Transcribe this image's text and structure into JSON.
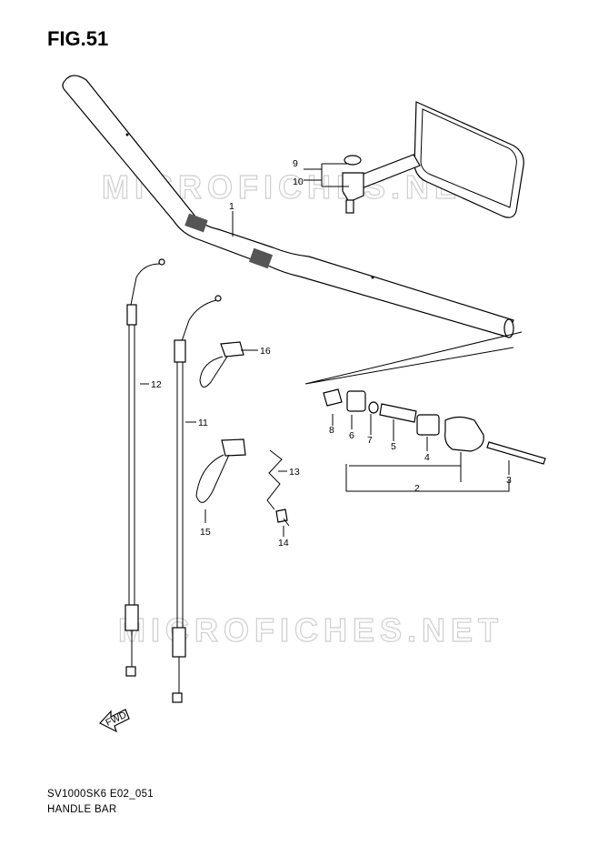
{
  "figure": {
    "title": "FIG.51"
  },
  "watermark": "MICROFICHES.NET",
  "footer": {
    "code": "SV1000SK6 E02_051",
    "name": "HANDLE BAR"
  },
  "fwd_label": "FWD",
  "callouts": {
    "c1": "1",
    "c2": "2",
    "c3": "3",
    "c4": "4",
    "c5": "5",
    "c6": "6",
    "c7": "7",
    "c8": "8",
    "c9": "9",
    "c10": "10",
    "c11": "11",
    "c12": "12",
    "c13": "13",
    "c14": "14",
    "c15": "15",
    "c16": "16"
  }
}
